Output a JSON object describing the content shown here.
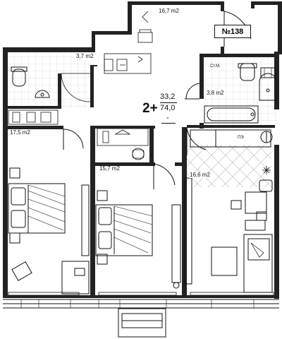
{
  "unit_number": "№138",
  "summary": {
    "rooms": "2+",
    "living_area": "33,2",
    "total_area": "74,0",
    "separator": "-"
  },
  "rooms": {
    "hall": "16,7 m2",
    "bath_top": "3,7 m2",
    "bath_right": "3,8 m2",
    "bedroom_left": "17,5 m2",
    "bedroom_mid": "15,7 m2",
    "kitchen_living": "16,6 m2"
  },
  "tags": {
    "washing_machine": "Ст.М.",
    "stove": "ПЭ"
  },
  "colors": {
    "wall": "#222222",
    "line": "#111111",
    "tile": "#b5b5b5"
  }
}
